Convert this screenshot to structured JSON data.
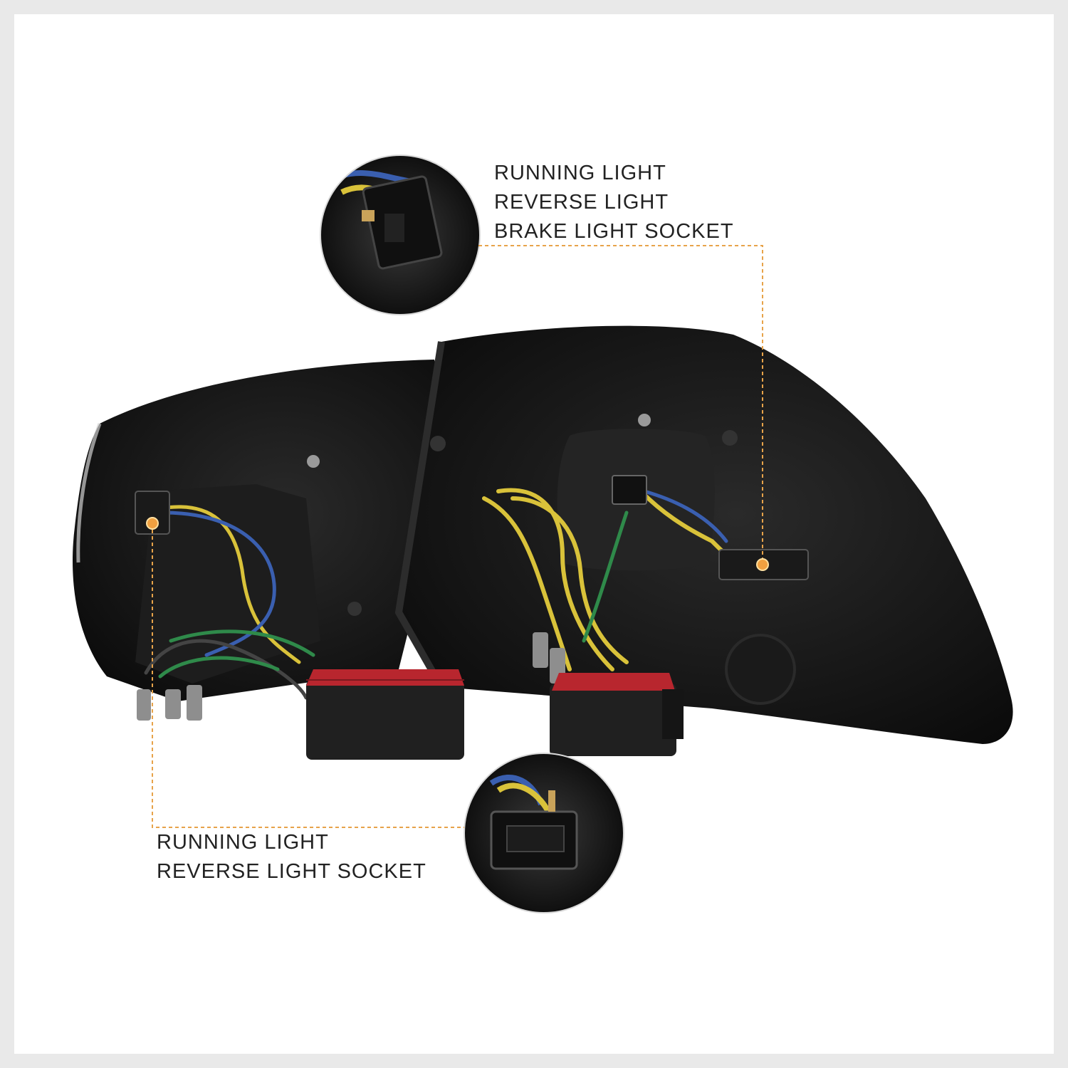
{
  "callouts": {
    "top": {
      "lines": [
        "RUNNING LIGHT",
        "REVERSE LIGHT",
        "BRAKE LIGHT SOCKET"
      ]
    },
    "bottom": {
      "lines": [
        "RUNNING LIGHT",
        "REVERSE LIGHT SOCKET"
      ]
    }
  },
  "colors": {
    "leader_line": "#e7a34a",
    "marker": "#f0a040",
    "housing": "#151515",
    "wire_yellow": "#d9c23a",
    "wire_blue": "#3a5fb0",
    "wire_green": "#2f8a4a",
    "module_top": "#b8262e"
  }
}
